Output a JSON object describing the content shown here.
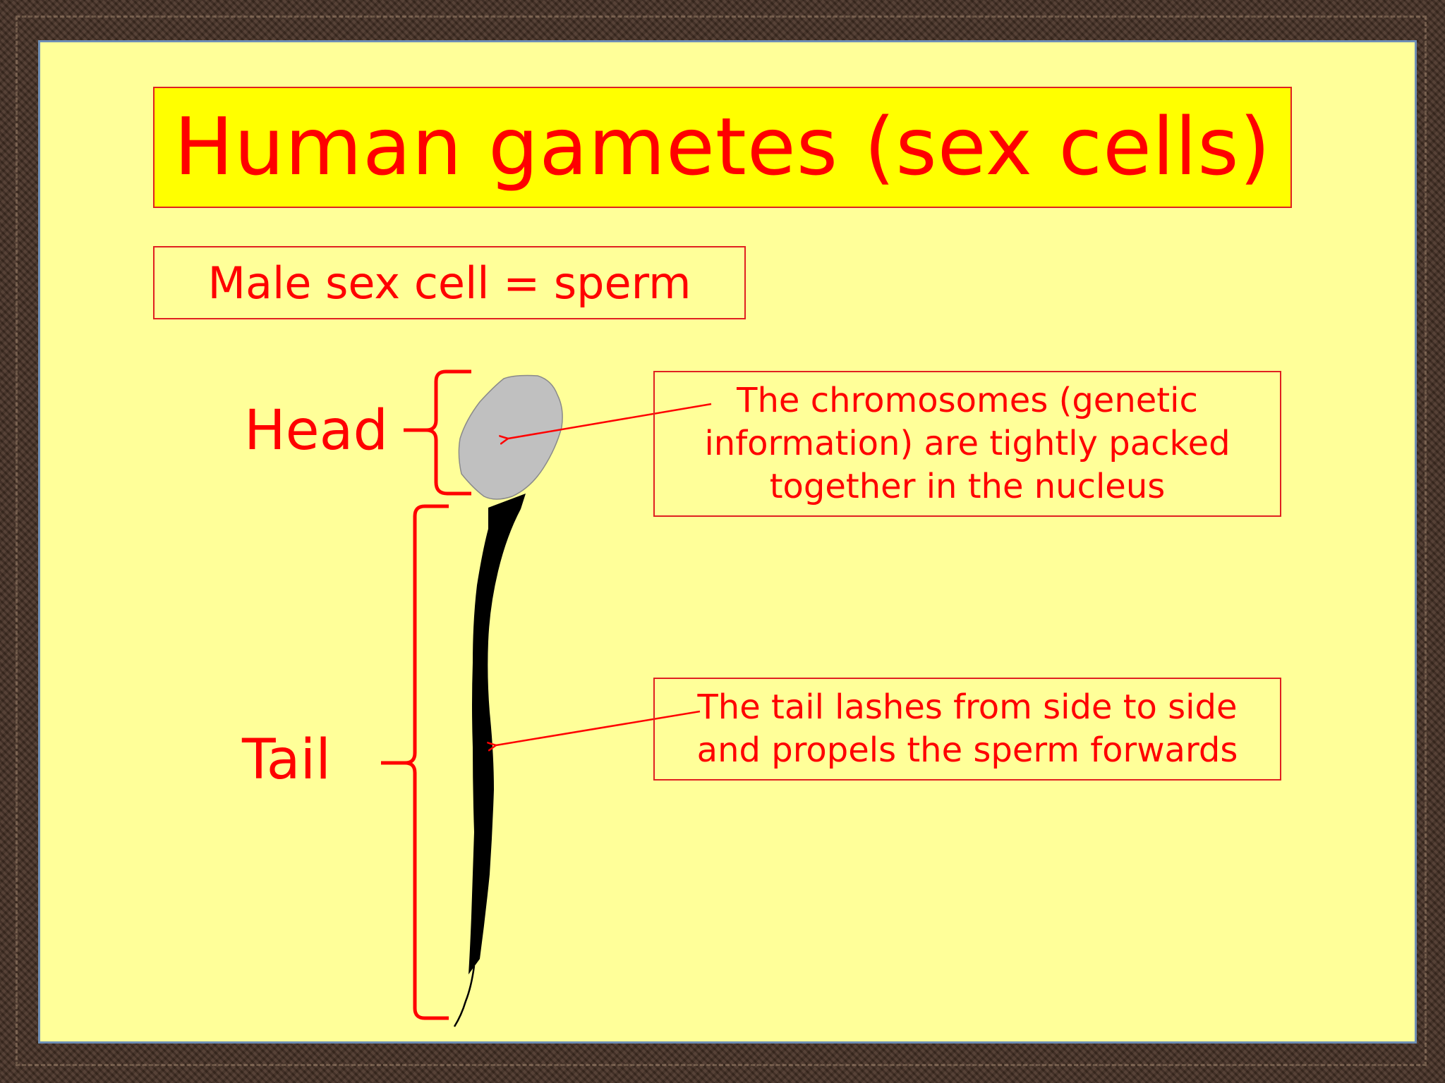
{
  "title": "Human gametes (sex cells)",
  "subtitle": "Male sex cell = sperm",
  "labels": {
    "head": "Head",
    "tail": "Tail"
  },
  "notes": {
    "chromosomes": "The chromosomes (genetic\ninformation) are tightly packed\ntogether in the nucleus",
    "tail": "The tail lashes from side to side\nand propels the sperm forwards"
  },
  "colors": {
    "text": "#ff0000",
    "slide_background": "#ffff99",
    "title_background": "#ffff00",
    "sperm_head": "#c0c0c0",
    "sperm_tail": "#000000"
  }
}
